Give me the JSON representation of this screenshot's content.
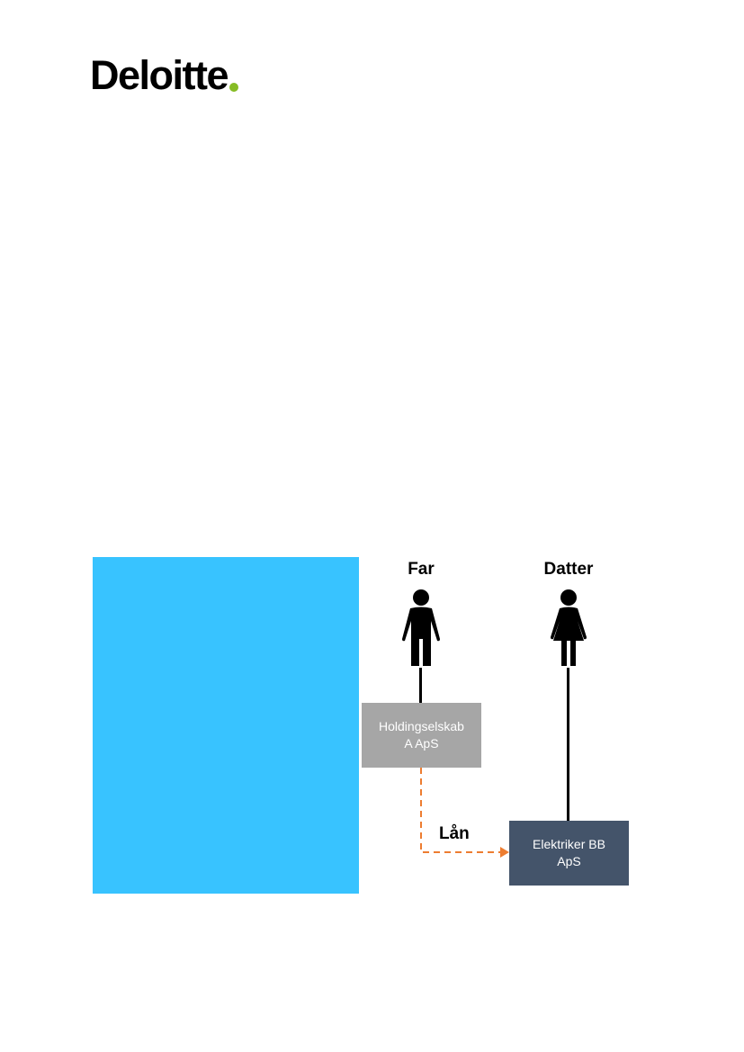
{
  "logo": {
    "text": "Deloitte",
    "dot_color": "#86BC25"
  },
  "colors": {
    "blue_panel": "#38C3FF",
    "holding_box": "#A6A6A6",
    "elektriker_box": "#44546A",
    "loan_arrow": "#ED7D31"
  },
  "diagram": {
    "persons": [
      {
        "label": "Far",
        "icon": "man-icon"
      },
      {
        "label": "Datter",
        "icon": "woman-icon"
      }
    ],
    "companies": {
      "holding": "Holdingselskab\nA ApS",
      "elektriker": "Elektriker BB\nApS"
    },
    "loan_label": "Lån"
  }
}
